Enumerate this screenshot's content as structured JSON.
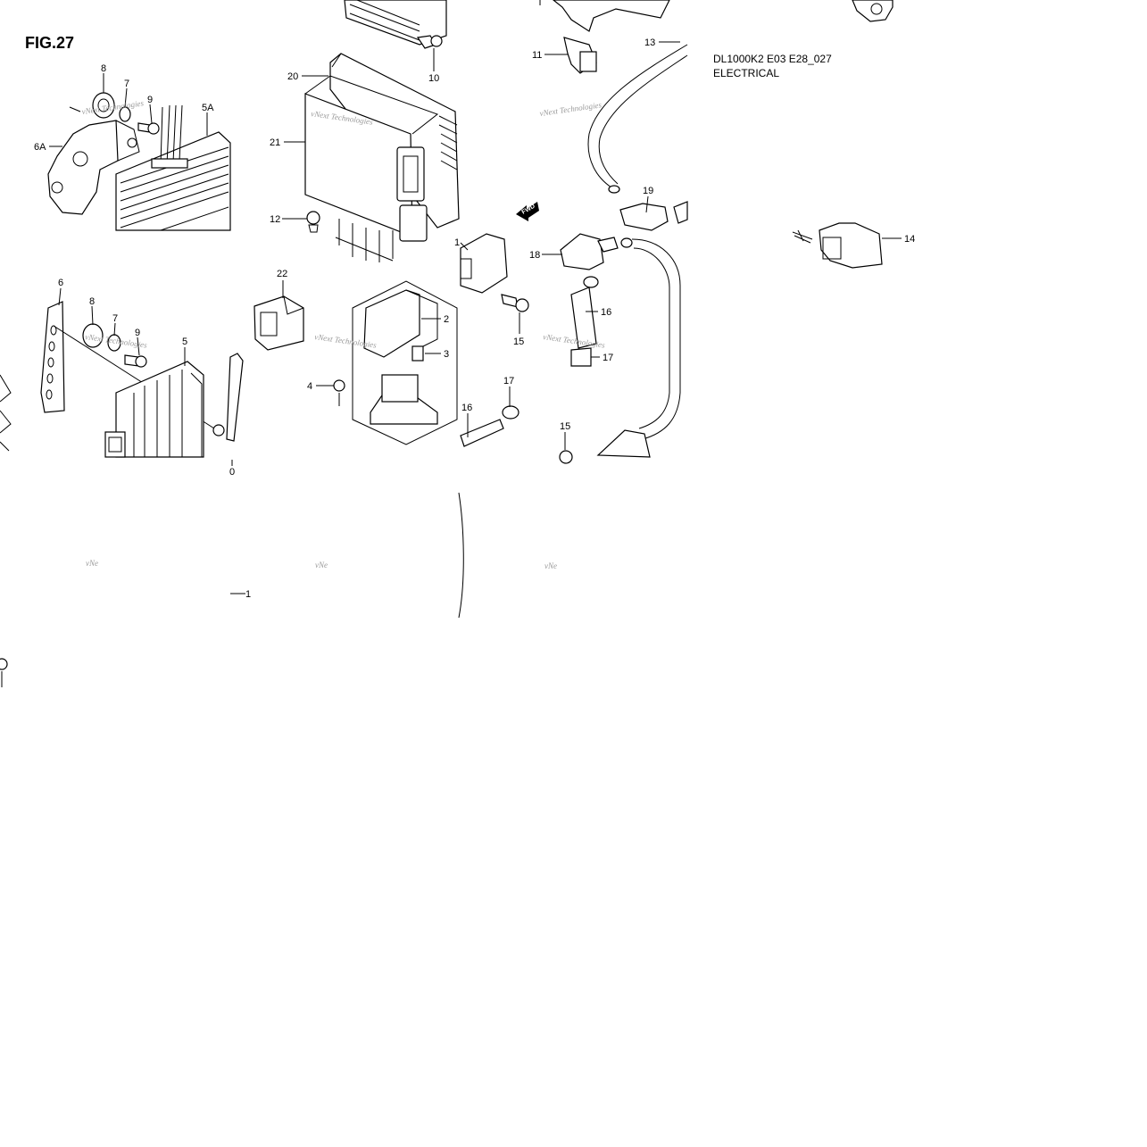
{
  "header": {
    "figure_label": "FIG.27",
    "model_code": "DL1000K2 E03 E28_027",
    "section_name": "ELECTRICAL"
  },
  "watermark": {
    "text": "vNext Technologies",
    "fragment": "vNe"
  },
  "fwd_label": "FWD",
  "callouts": [
    "8",
    "7",
    "9",
    "5A",
    "6A",
    "6",
    "8",
    "7",
    "9",
    "5",
    "20",
    "21",
    "12",
    "10",
    "11",
    "13",
    "19",
    "18",
    "14",
    "22",
    "2",
    "3",
    "4",
    "1",
    "15",
    "16",
    "17",
    "16",
    "17",
    "15",
    "0",
    "1"
  ]
}
